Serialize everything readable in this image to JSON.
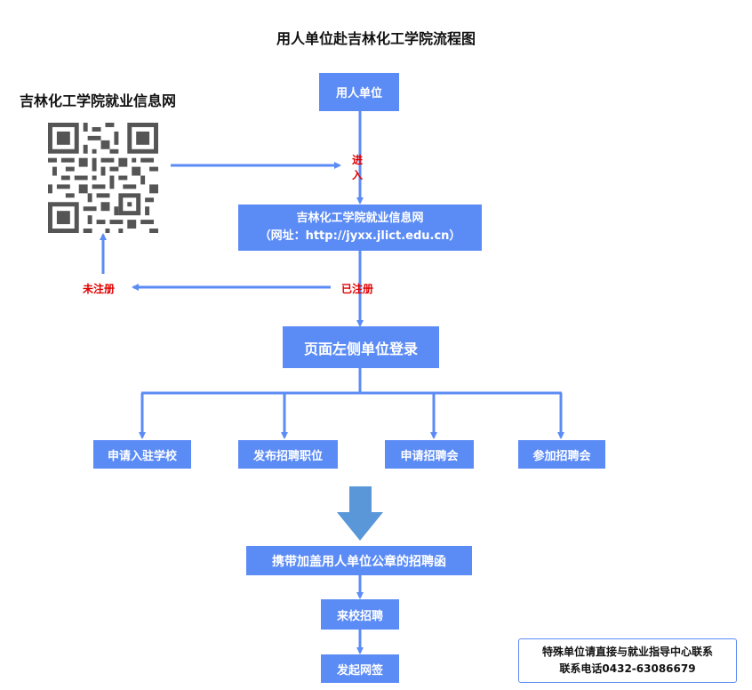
{
  "title": "用人单位赴吉林化工学院流程图",
  "qr": {
    "caption": "吉林化工学院就业信息网"
  },
  "nodes": {
    "employer": "用人单位",
    "website_line1": "吉林化工学院就业信息网",
    "website_line2": "（网址：http://jyxx.jlict.edu.cn）",
    "login": "页面左侧单位登录",
    "apply_enter_school": "申请入驻学校",
    "publish_jobs": "发布招聘职位",
    "apply_fair": "申请招聘会",
    "join_fair": "参加招聘会",
    "bring_letter": "携带加盖用人单位公章的招聘函",
    "campus_recruit": "来校招聘",
    "online_sign": "发起网签"
  },
  "labels": {
    "enter_1": "进",
    "enter_2": "入",
    "not_registered": "未注册",
    "registered": "已注册"
  },
  "notice": {
    "line1": "特殊单位请直接与就业指导中心联系",
    "line2": "联系电话0432-63086679"
  },
  "colors": {
    "box": "#5b8bf5",
    "arrow": "#5b8bf5",
    "big_arrow": "#5a97d8",
    "label_red": "#e00000"
  }
}
